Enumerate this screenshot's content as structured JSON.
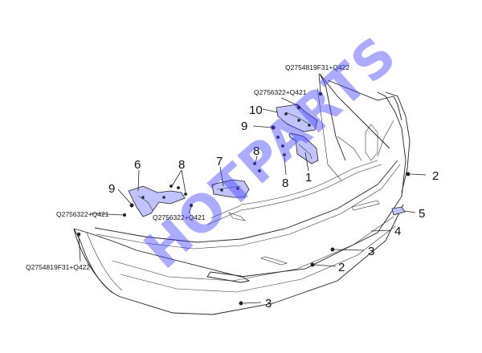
{
  "watermark": "HOTPARTS",
  "callouts": {
    "c1": "1",
    "c2a": "2",
    "c2b": "2",
    "c3a": "3",
    "c3b": "3",
    "c4": "4",
    "c5": "5",
    "c6": "6",
    "c7": "7",
    "c8a": "8",
    "c8b": "8",
    "c8c": "8",
    "c9a": "9",
    "c9b": "9",
    "c10": "10"
  },
  "fastener_codes": {
    "top_right": "Q2754819F31+Q422",
    "upper_mid": "Q2756322+Q421",
    "left_mid": "Q2756322+Q421",
    "center_low": "Q2756322+Q421",
    "bottom_left": "Q2754819F31+Q422"
  },
  "colors": {
    "line": "#222222",
    "watermark": "#3a3aff"
  }
}
